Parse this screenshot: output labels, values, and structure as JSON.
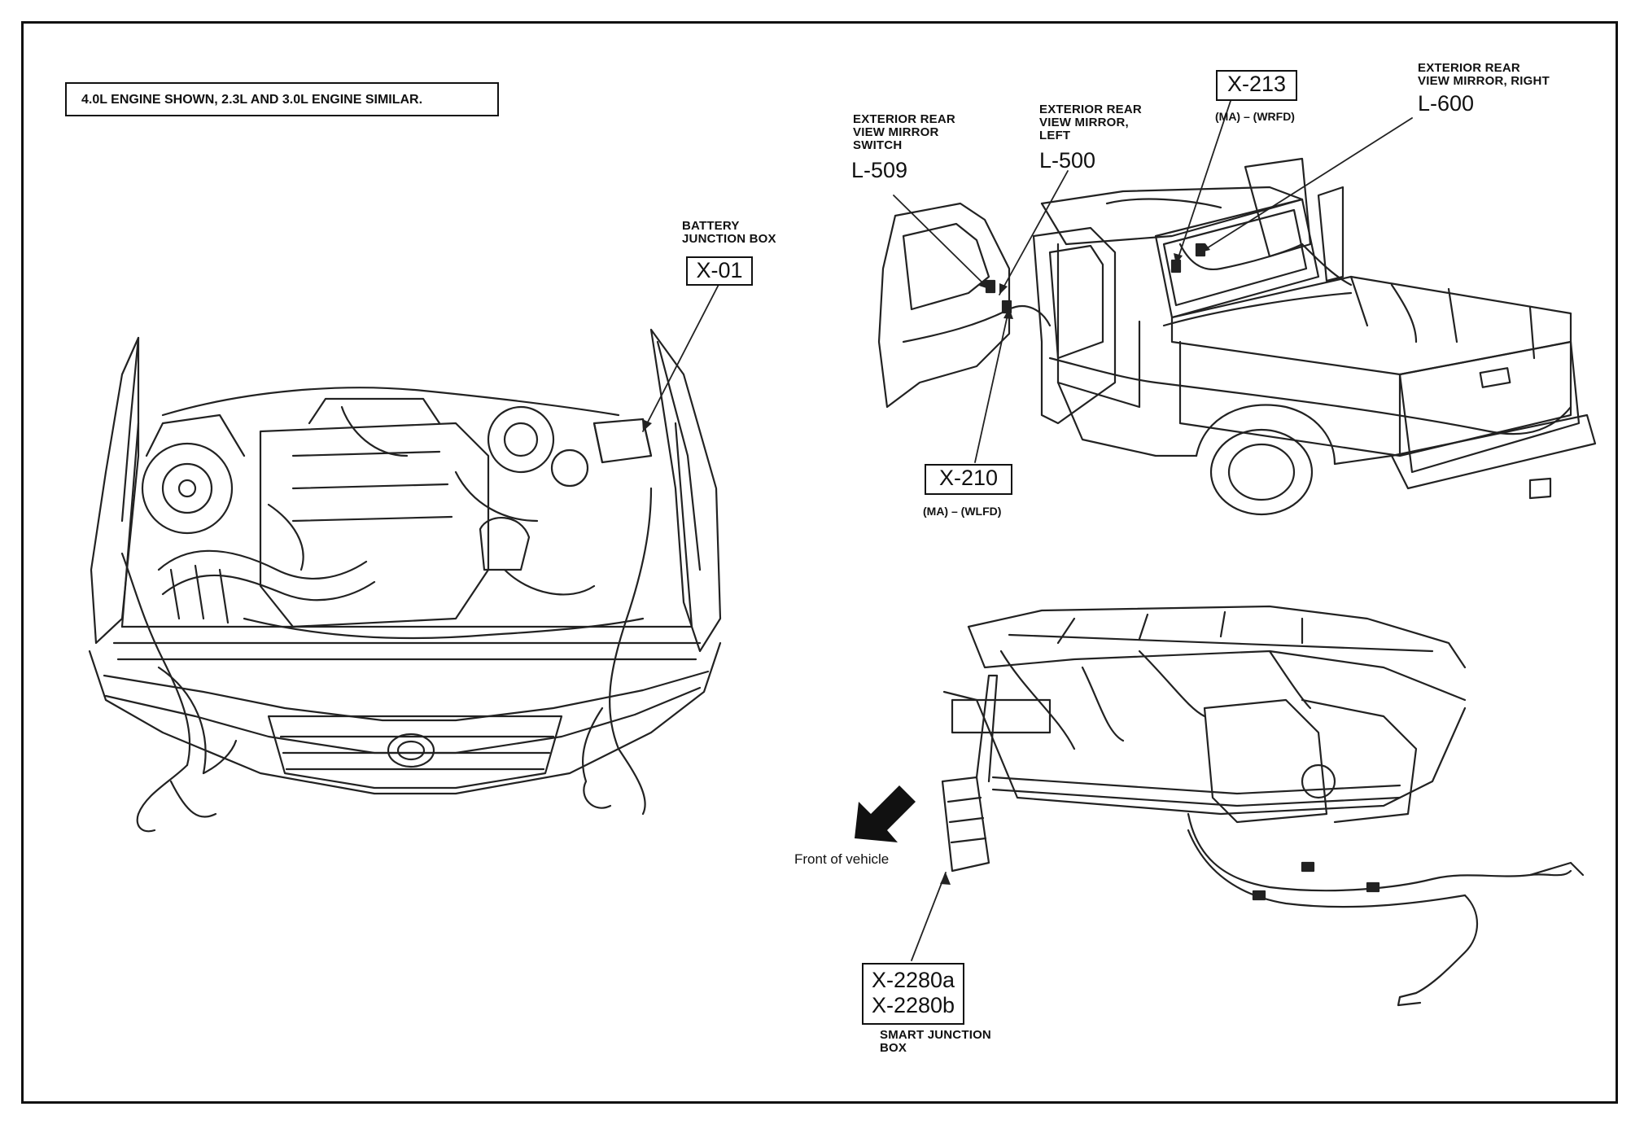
{
  "note": "4.0L ENGINE SHOWN, 2.3L AND 3.0L ENGINE SIMILAR.",
  "battery": {
    "desc_line1": "BATTERY",
    "desc_line2": "JUNCTION BOX",
    "code": "X-01"
  },
  "mirror_switch": {
    "line1": "EXTERIOR REAR",
    "line2": "VIEW MIRROR",
    "line3": "SWITCH",
    "code": "L-509"
  },
  "mirror_left": {
    "line1": "EXTERIOR REAR",
    "line2": "VIEW MIRROR,",
    "line3": "LEFT",
    "code": "L-500"
  },
  "x213": {
    "code": "X-213",
    "sub": "(MA) – (WRFD)"
  },
  "mirror_right": {
    "line1": "EXTERIOR REAR",
    "line2": "VIEW MIRROR, RIGHT",
    "code": "L-600"
  },
  "x210": {
    "code": "X-210",
    "sub": "(MA) – (WLFD)"
  },
  "front": {
    "label": "Front of vehicle"
  },
  "sjb": {
    "code_a": "X-2280a",
    "code_b": "X-2280b",
    "line1": "SMART JUNCTION",
    "line2": "BOX"
  }
}
